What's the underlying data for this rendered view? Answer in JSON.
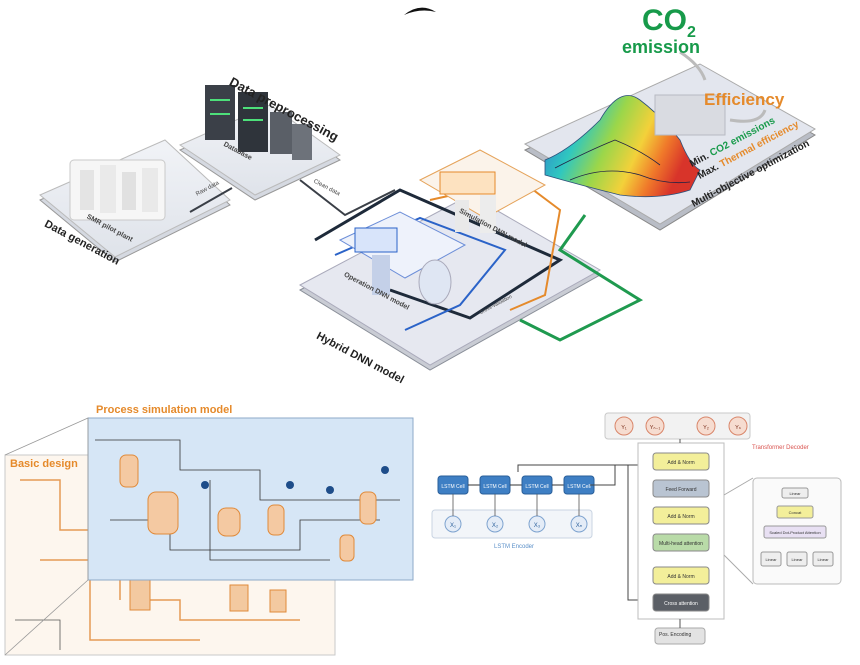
{
  "top": {
    "data_preprocessing": "Data preprocessing",
    "database": "Database",
    "raw_data": "Raw data",
    "clean_data": "Clean data",
    "data_generation": "Data generation",
    "pilot_plant": "SMR pilot plant",
    "hybrid_model": "Hybrid DNN model",
    "simulation_model": "Simulation DNN model",
    "operation_model": "Operation DNN model",
    "cross_label": "Cross-validation",
    "co2": "CO",
    "co2_sub": "2",
    "emission": "emission",
    "efficiency": "Efficiency",
    "min_prefix": "Min.",
    "min_value": "CO2 emissions",
    "max_prefix": "Max.",
    "max_value": "Thermal efficiency",
    "mo_optimization": "Multi-objective optimization"
  },
  "bottom": {
    "process_simulation_model": "Process simulation model",
    "basic_design": "Basic design",
    "lstm_encoder": "LSTM Encoder",
    "transformer_decoder": "Transformer Decoder",
    "lstm_cells": [
      "LSTM Cell",
      "LSTM Cell",
      "LSTM Cell",
      "LSTM Cell"
    ],
    "inputs": [
      "X₁",
      "X₂",
      "X₃",
      "Xₙ"
    ],
    "outputs": [
      "Y₁",
      "Yₙ₋₁",
      "Y₂",
      "Yₙ"
    ],
    "decoder_blocks": [
      "Add & Norm",
      "Feed Forward",
      "Add & Norm",
      "Multi-head attention",
      "Add & Norm",
      "Cross attention"
    ],
    "pos_encoding": "Pos. Encoding",
    "attn_detail": [
      "Linear",
      "Concat",
      "Scaled Dot-Product Attention",
      "Linear",
      "Linear",
      "Linear"
    ]
  },
  "colors": {
    "dark_line": "#1e2a3a",
    "green_line": "#1f9a4f",
    "orange": "#e58a2b",
    "blue_panel": "#d6e6f6",
    "green_title": "#179a4a"
  }
}
